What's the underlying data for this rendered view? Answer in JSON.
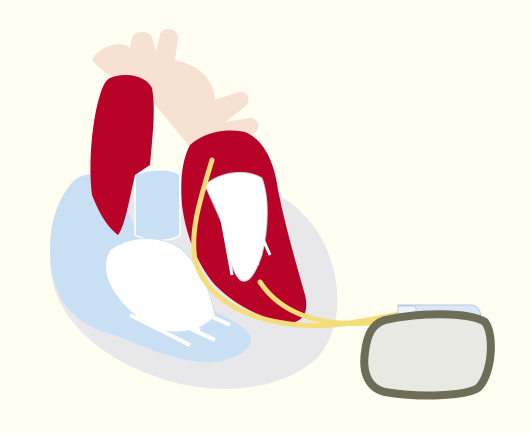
{
  "diagram": {
    "parts": [
      {
        "id": "pericardium",
        "color": "#e8e8ea"
      },
      {
        "id": "aorta-great-vessels",
        "color": "#f6e1d3"
      },
      {
        "id": "right-heart-chambers",
        "color": "#c9e0f4"
      },
      {
        "id": "left-heart-myocardium",
        "color": "#b80227"
      },
      {
        "id": "valve-tissue",
        "color": "#ffffff"
      },
      {
        "id": "pacemaker-leads",
        "color": "#f5de7a"
      },
      {
        "id": "pacemaker-generator-body",
        "color": "#e9e9e4"
      },
      {
        "id": "pacemaker-generator-edge",
        "color": "#6e6e58"
      },
      {
        "id": "pacemaker-header",
        "color": "#dbe7f7"
      }
    ],
    "background": "#fffef0"
  }
}
